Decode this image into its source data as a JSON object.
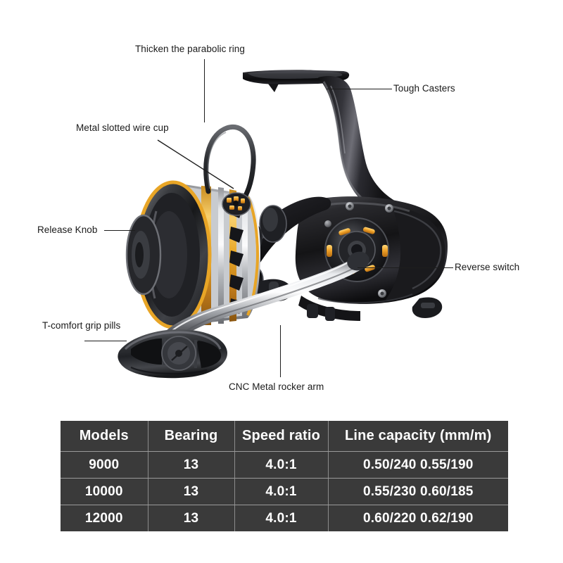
{
  "product": {
    "type": "spinning-fishing-reel",
    "colors": {
      "body_black": "#1b1b1d",
      "body_black_light": "#4a4a4e",
      "spool_gold": "#e8a526",
      "spool_gold_light": "#f6c95f",
      "spool_silver": "#d6d8da",
      "chrome": "#b9bcc0",
      "accent_orange": "#f0a32a"
    }
  },
  "callouts": [
    {
      "id": "thicken-parabolic-ring",
      "label": "Thicken the parabolic ring"
    },
    {
      "id": "metal-slotted-wire-cup",
      "label": "Metal slotted wire cup"
    },
    {
      "id": "release-knob",
      "label": "Release Knob"
    },
    {
      "id": "t-comfort-grip-pills",
      "label": "T-comfort grip pills"
    },
    {
      "id": "tough-casters",
      "label": "Tough Casters"
    },
    {
      "id": "reverse-switch",
      "label": "Reverse switch"
    },
    {
      "id": "cnc-metal-rocker-arm",
      "label": "CNC Metal rocker arm"
    }
  ],
  "spec_table": {
    "headers": [
      "Models",
      "Bearing",
      "Speed ratio",
      "Line capacity (mm/m)"
    ],
    "rows": [
      [
        "9000",
        "13",
        "4.0:1",
        "0.50/240 0.55/190"
      ],
      [
        "10000",
        "13",
        "4.0:1",
        "0.55/230 0.60/185"
      ],
      [
        "12000",
        "13",
        "4.0:1",
        "0.60/220 0.62/190"
      ]
    ],
    "bg_color": "#3a3a3a",
    "text_color": "#ffffff",
    "divider_color": "#8b8b8b"
  }
}
